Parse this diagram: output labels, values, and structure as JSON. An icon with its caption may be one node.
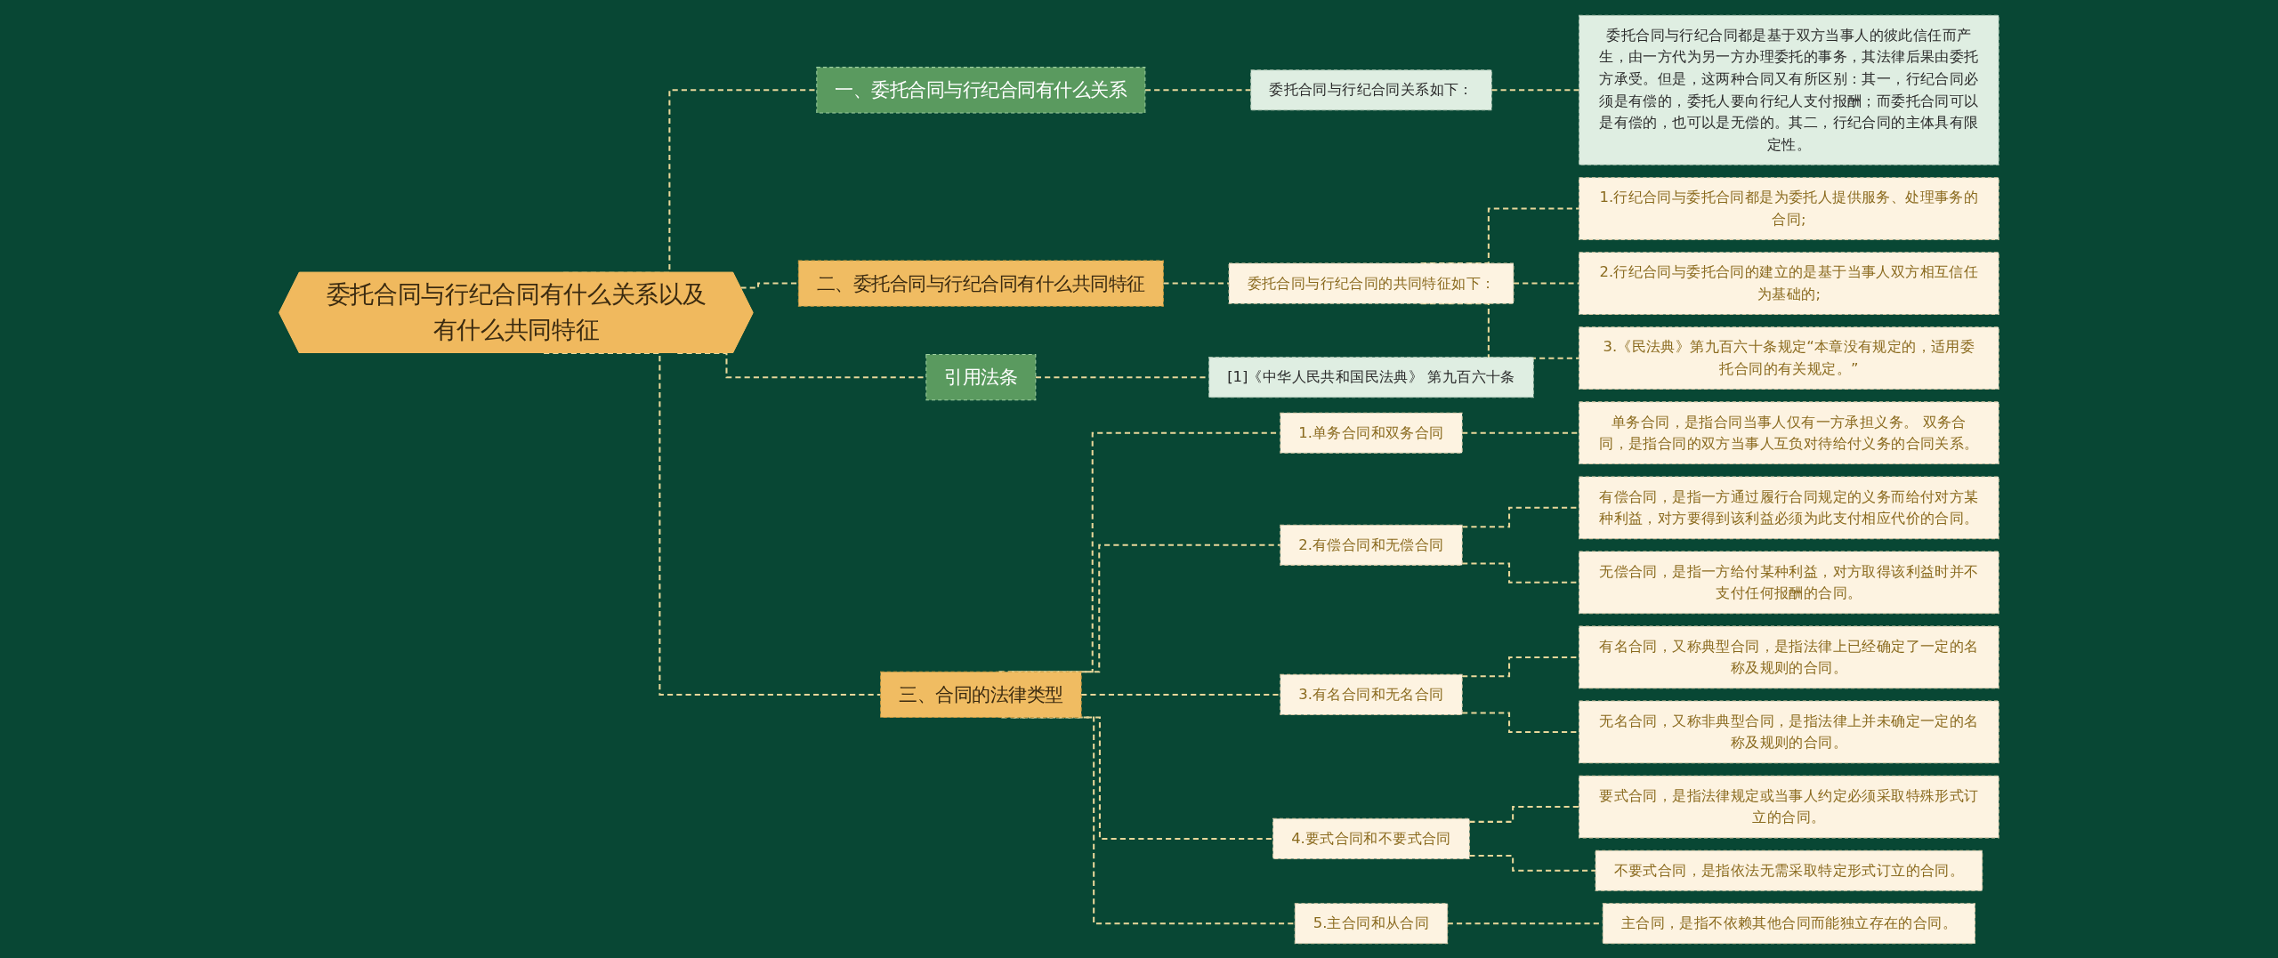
{
  "diagram": {
    "nodes": [
      {
        "text": [
          "委托合同与行纪合同有什么关系以及有什么共同特征"
        ]
      },
      {
        "text": [
          "一、委托合同与行纪合同有什么关系"
        ]
      },
      {
        "text": [
          "委托合同与行纪合同关系如下："
        ]
      },
      {
        "text": [
          "委托合同与行纪合同都是基于双方当事人的彼此信任而产生，由一方代为另一方办理委托的事务，其法律后果由委托方承受。但是，这两种合同又有所区别：其一，行纪合同必须是有偿的，委托人要向行纪人支付报酬；而委托合同可以是有偿的，也可以是无偿的。其二，行纪合同的主体具有限定性。"
        ]
      },
      {
        "text": [
          "二、委托合同与行纪合同有什么共同特征"
        ]
      },
      {
        "text": [
          "委托合同与行纪合同的共同特征如下："
        ]
      },
      {
        "text": [
          "1.行纪合同与委托合同都是为委托人提供服务、处理事务的合同;"
        ]
      },
      {
        "text": [
          "2.行纪合同与委托合同的建立的是基于当事人双方相互信任为基础的;"
        ]
      },
      {
        "text": [
          "3.《民法典》第九百六十条规定“本章没有规定的，适用委托合同的有关规定。”"
        ]
      },
      {
        "text": [
          "引用法条"
        ]
      },
      {
        "text": [
          "[1]《中华人民共和国民法典》 第九百六十条"
        ]
      },
      {
        "text": [
          "三、合同的法律类型"
        ]
      },
      {
        "text": [
          "1.单务合同和双务合同"
        ]
      },
      {
        "text": [
          "单务合同，是指合同当事人仅有一方承担义务。 双务合同，是指合同的双方当事人互负对待给付义务的合同关系。"
        ]
      },
      {
        "text": [
          "2.有偿合同和无偿合同"
        ]
      },
      {
        "text": [
          "有偿合同，是指一方通过履行合同规定的义务而给付对方某种利益，对方要得到该利益必须为此支付相应代价的合同。"
        ]
      },
      {
        "text": [
          "无偿合同，是指一方给付某种利益，对方取得该利益时并不支付任何报酬的合同。"
        ]
      },
      {
        "text": [
          "3.有名合同和无名合同"
        ]
      },
      {
        "text": [
          "有名合同，又称典型合同，是指法律上已经确定了一定的名称及规则的合同。"
        ]
      },
      {
        "text": [
          "无名合同，又称非典型合同，是指法律上并未确定一定的名称及规则的合同。"
        ]
      },
      {
        "text": [
          "4.要式合同和不要式合同"
        ]
      },
      {
        "text": [
          "要式合同，是指法律规定或当事人约定必须采取特殊形式订立的合同。"
        ]
      },
      {
        "text": [
          "不要式合同，是指依法无需采取特定形式订立的合同。"
        ]
      },
      {
        "text": [
          "5.主合同和从合同"
        ]
      },
      {
        "text": [
          "主合同，是指不依赖其他合同而能独立存在的合同。"
        ]
      }
    ],
    "edges": [
      {
        "from": 0,
        "to": 1,
        "arrow": "none",
        "style": "dashed"
      },
      {
        "from": 1,
        "to": 2,
        "arrow": "none",
        "style": "dashed"
      },
      {
        "from": 2,
        "to": 3,
        "arrow": "none",
        "style": "dashed"
      },
      {
        "from": 0,
        "to": 4,
        "arrow": "none",
        "style": "dashed"
      },
      {
        "from": 4,
        "to": 5,
        "arrow": "none",
        "style": "dashed"
      },
      {
        "from": 5,
        "to": 6,
        "arrow": "none",
        "style": "dashed"
      },
      {
        "from": 5,
        "to": 7,
        "arrow": "none",
        "style": "dashed"
      },
      {
        "from": 5,
        "to": 8,
        "arrow": "none",
        "style": "dashed"
      },
      {
        "from": 0,
        "to": 9,
        "arrow": "none",
        "style": "dashed"
      },
      {
        "from": 9,
        "to": 10,
        "arrow": "none",
        "style": "dashed"
      },
      {
        "from": 0,
        "to": 11,
        "arrow": "none",
        "style": "dashed"
      },
      {
        "from": 11,
        "to": 12,
        "arrow": "none",
        "style": "dashed"
      },
      {
        "from": 12,
        "to": 13,
        "arrow": "none",
        "style": "dashed"
      },
      {
        "from": 11,
        "to": 14,
        "arrow": "none",
        "style": "dashed"
      },
      {
        "from": 14,
        "to": 15,
        "arrow": "none",
        "style": "dashed"
      },
      {
        "from": 14,
        "to": 16,
        "arrow": "none",
        "style": "dashed"
      },
      {
        "from": 11,
        "to": 17,
        "arrow": "none",
        "style": "dashed"
      },
      {
        "from": 17,
        "to": 18,
        "arrow": "none",
        "style": "dashed"
      },
      {
        "from": 17,
        "to": 19,
        "arrow": "none",
        "style": "dashed"
      },
      {
        "from": 11,
        "to": 20,
        "arrow": "none",
        "style": "dashed"
      },
      {
        "from": 20,
        "to": 21,
        "arrow": "none",
        "style": "dashed"
      },
      {
        "from": 20,
        "to": 22,
        "arrow": "none",
        "style": "dashed"
      },
      {
        "from": 11,
        "to": 23,
        "arrow": "none",
        "style": "dashed"
      },
      {
        "from": 23,
        "to": 24,
        "arrow": "none",
        "style": "dashed"
      }
    ]
  }
}
